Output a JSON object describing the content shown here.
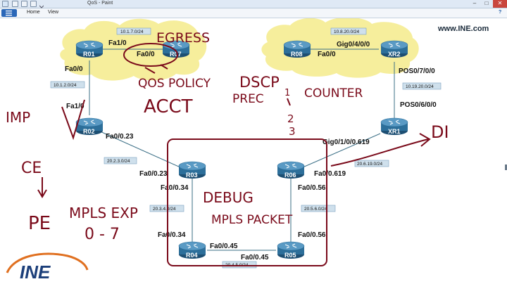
{
  "window": {
    "title": "QoS - Paint",
    "controls": {
      "minimize": "–",
      "maximize": "□",
      "close": "✕"
    }
  },
  "ribbon": {
    "tabs": [
      {
        "label": "Home"
      },
      {
        "label": "View"
      }
    ],
    "help": "?"
  },
  "diagram": {
    "watermark": "www.INE.com",
    "logo_text": "INE",
    "routers": [
      "R01",
      "R07",
      "R08",
      "XR2",
      "R02",
      "XR1",
      "R03",
      "R06",
      "R04",
      "R05"
    ],
    "subnets": [
      "10.1.7.0/24",
      "10.8.20.0/24",
      "10.1.2.0/24",
      "10.19.20.0/24",
      "20.2.3.0/24",
      "20.6.19.0/24",
      "20.3.4.0/24",
      "20.5.6.0/24",
      "20.4.5.0/24"
    ],
    "interfaces": {
      "r01_fa10": "Fa1/0",
      "r07_fa00": "Fa0/0",
      "r08_fa00": "Fa0/0",
      "xr2_gig": "Gig0/4/0/0",
      "xr2_pos": "POS0/7/0/0",
      "xr1_pos": "POS0/6/0/0",
      "r01_fa00": "Fa0/0",
      "r02_fa10": "Fa1/0",
      "r02_fa0023": "Fa0/0.23",
      "r03_fa0023": "Fa0/0.23",
      "r03_fa0034": "Fa0/0.34",
      "xr1_gig": "Gig0/1/0/0.619",
      "r06_fa00619": "Fa0/0.619",
      "r06_fa0056": "Fa0/0.56",
      "r04_fa0034": "Fa0/0.34",
      "r04_fa0045": "Fa0/0.45",
      "r05_fa0045": "Fa0/0.45",
      "r05_fa0056": "Fa0/0.56"
    }
  },
  "annotations": {
    "egress": "EGRESS",
    "qos_policy": "QOS POLICY",
    "acct": "ACCT",
    "dscp": "DSCP",
    "prec": "PREC",
    "counter": "COUNTER",
    "nums": [
      "1",
      "2",
      "3"
    ],
    "imp": "IMP",
    "ce": "CE",
    "pe": "PE",
    "mpls_exp": "MPLS EXP",
    "range": "0 - 7",
    "debug": "DEBUG",
    "mpls_packet": "MPLS PACKET",
    "di": "DI"
  },
  "colors": {
    "router_fill": "#2d6f9a",
    "cloud": "#f6ee9c",
    "ink": "#7a0a1a",
    "link": "#3b6f86"
  }
}
